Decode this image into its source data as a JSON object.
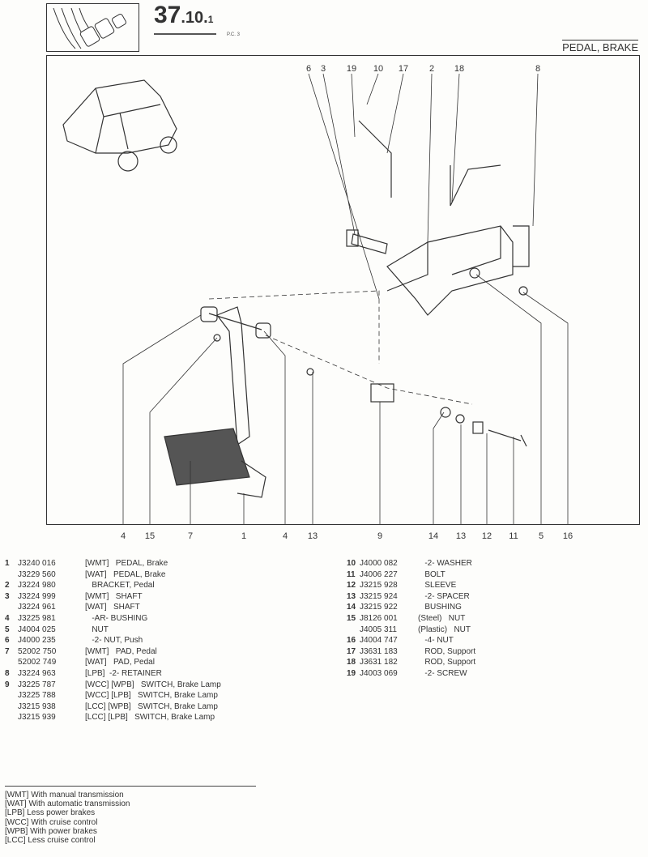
{
  "header": {
    "section_main": "37",
    "section_mid": ".10.",
    "section_sub": "1",
    "pc_label": "P.C. 3",
    "page_title": "PEDAL, BRAKE"
  },
  "diagram": {
    "top_callouts": [
      "6",
      "3",
      "19",
      "10",
      "17",
      "2",
      "18",
      "8"
    ],
    "bottom_callouts": [
      "4",
      "15",
      "7",
      "1",
      "4",
      "13",
      "9",
      "14",
      "13",
      "12",
      "11",
      "5",
      "16"
    ]
  },
  "parts_left": [
    {
      "num": "1",
      "part": "J3240 016",
      "desc": "[WMT]   PEDAL, Brake"
    },
    {
      "num": "",
      "part": "J3229 560",
      "desc": "[WAT]   PEDAL, Brake"
    },
    {
      "num": "2",
      "part": "J3224 980",
      "desc": "   BRACKET, Pedal"
    },
    {
      "num": "3",
      "part": "J3224 999",
      "desc": "[WMT]   SHAFT"
    },
    {
      "num": "",
      "part": "J3224 961",
      "desc": "[WAT]   SHAFT"
    },
    {
      "num": "4",
      "part": "J3225 981",
      "desc": "   -AR- BUSHING"
    },
    {
      "num": "5",
      "part": "J4004 025",
      "desc": "   NUT"
    },
    {
      "num": "6",
      "part": "J4000 235",
      "desc": "   -2- NUT, Push"
    },
    {
      "num": "7",
      "part": "52002 750",
      "desc": "[WMT]   PAD, Pedal"
    },
    {
      "num": "",
      "part": "52002 749",
      "desc": "[WAT]   PAD, Pedal"
    },
    {
      "num": "8",
      "part": "J3224 963",
      "desc": "[LPB]  -2- RETAINER"
    },
    {
      "num": "9",
      "part": "J3225 787",
      "desc": "[WCC] [WPB]   SWITCH, Brake Lamp"
    },
    {
      "num": "",
      "part": "J3225 788",
      "desc": "[WCC] [LPB]   SWITCH, Brake Lamp"
    },
    {
      "num": "",
      "part": "J3215 938",
      "desc": "[LCC] [WPB]   SWITCH, Brake Lamp"
    },
    {
      "num": "",
      "part": "J3215 939",
      "desc": "[LCC] [LPB]   SWITCH, Brake Lamp"
    }
  ],
  "parts_right": [
    {
      "num": "10",
      "part": "J4000 082",
      "desc": "   -2- WASHER"
    },
    {
      "num": "11",
      "part": "J4006 227",
      "desc": "   BOLT"
    },
    {
      "num": "12",
      "part": "J3215 928",
      "desc": "   SLEEVE"
    },
    {
      "num": "13",
      "part": "J3215 924",
      "desc": "   -2- SPACER"
    },
    {
      "num": "14",
      "part": "J3215 922",
      "desc": "   BUSHING"
    },
    {
      "num": "15",
      "part": "J8126 001",
      "desc": "(Steel)   NUT"
    },
    {
      "num": "",
      "part": "J4005 311",
      "desc": "(Plastic)   NUT"
    },
    {
      "num": "16",
      "part": "J4004 747",
      "desc": "   -4- NUT"
    },
    {
      "num": "17",
      "part": "J3631 183",
      "desc": "   ROD, Support"
    },
    {
      "num": "18",
      "part": "J3631 182",
      "desc": "   ROD, Support"
    },
    {
      "num": "19",
      "part": "J4003 069",
      "desc": "   -2- SCREW"
    }
  ],
  "legend": [
    "[WMT] With manual transmission",
    "[WAT] With automatic transmission",
    "[LPB] Less power brakes",
    "[WCC] With cruise control",
    "[WPB] With power brakes",
    "[LCC] Less cruise control"
  ]
}
